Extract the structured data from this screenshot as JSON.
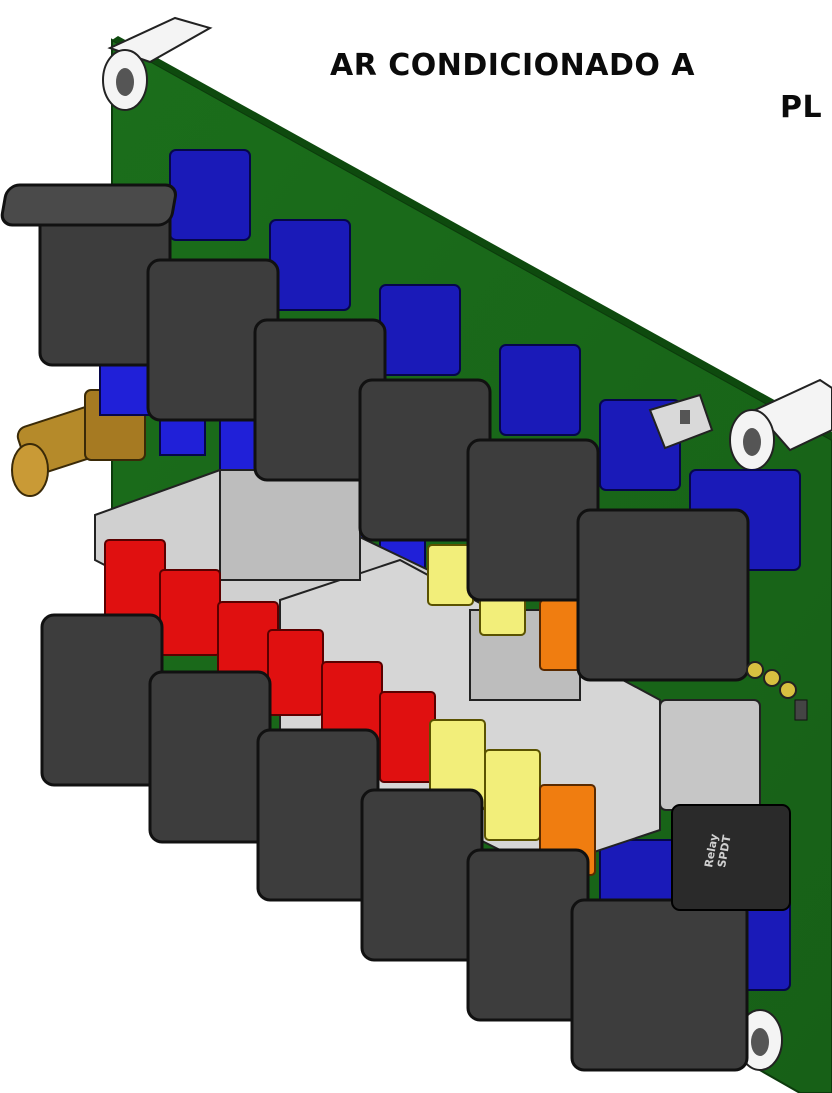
{
  "title": {
    "line1": "AR CONDICIONADO A",
    "line2": "PL"
  },
  "relay_label": {
    "line1": "Relay",
    "line2": "SPDT"
  },
  "colors": {
    "pcb_green": "#1f7a1f",
    "relay_dark": "#3d3d3d",
    "connector_blue": "#1a1ab8",
    "fuse_red": "#e01010",
    "fuse_yellow": "#f2ee7a",
    "fuse_orange": "#f07d10",
    "fuse_holder_gray": "#cfcfcf",
    "standoff_white": "#f2f2f2",
    "brass": "#b58a2a"
  }
}
